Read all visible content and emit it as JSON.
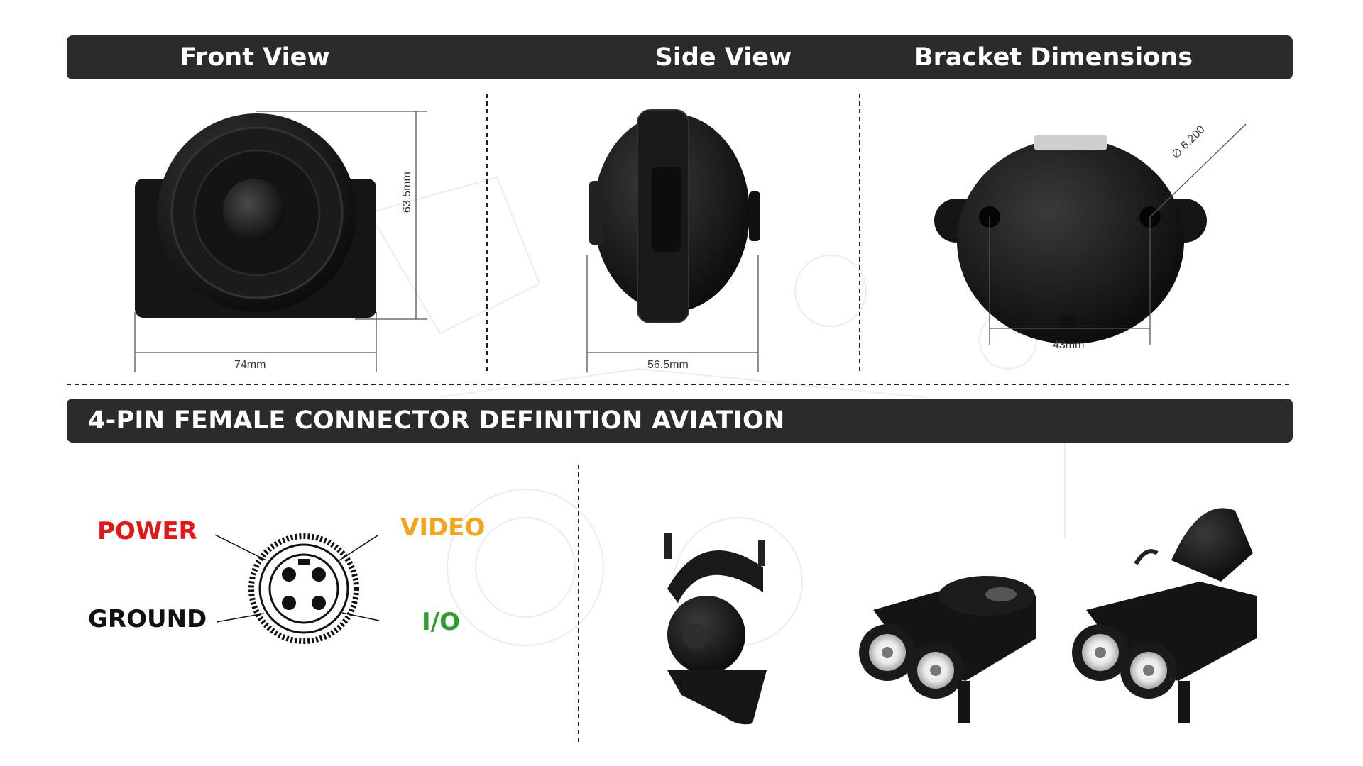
{
  "header": {
    "front_view": "Front View",
    "side_view": "Side View",
    "bracket_dimensions": "Bracket Dimensions"
  },
  "dimensions": {
    "front_width": "74mm",
    "front_height": "63.5mm",
    "side_width": "56.5mm",
    "bracket_spacing": "43mm",
    "hole_diameter": "6.200"
  },
  "connector": {
    "title": "4-PIN FEMALE CONNECTOR DEFINITION AVIATION",
    "pins": {
      "power": "POWER",
      "video": "VIDEO",
      "ground": "GROUND",
      "io": "I/O"
    },
    "colors": {
      "power": "#e01818",
      "video": "#f2a51c",
      "ground": "#111111",
      "io": "#2e9e2e"
    }
  }
}
